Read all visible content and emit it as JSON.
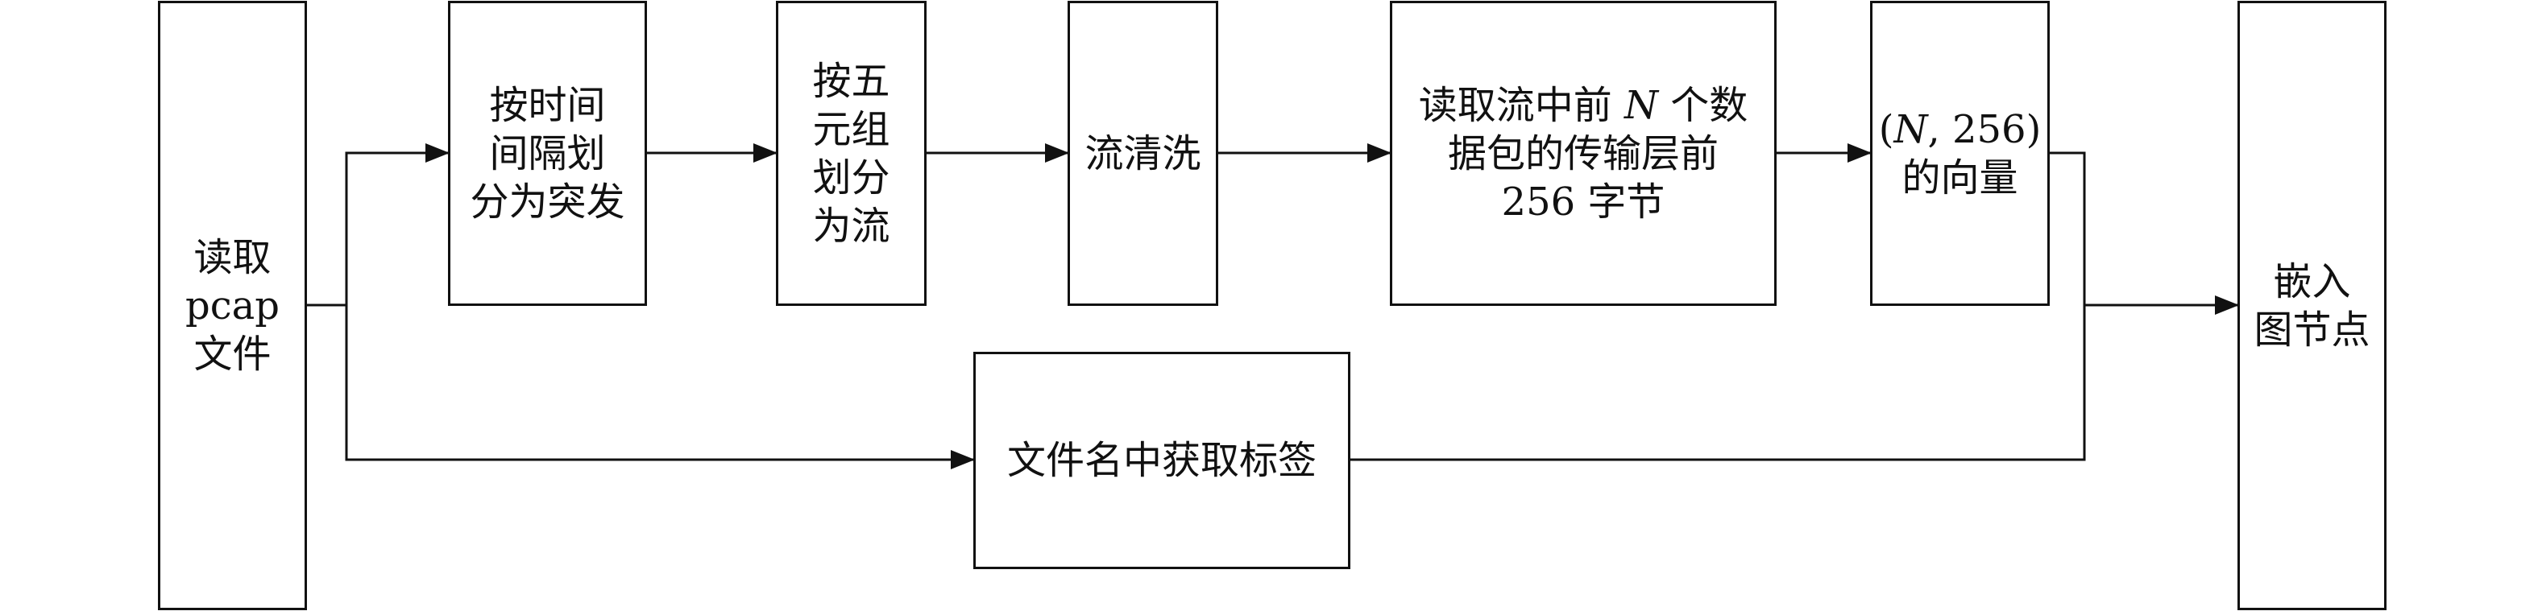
{
  "nodes": {
    "read_pcap": {
      "lines": [
        "读取",
        "pcap",
        "文件"
      ]
    },
    "split_bursts": {
      "lines": [
        "按时间",
        "间隔划",
        "分为突发"
      ]
    },
    "split_flows": {
      "lines": [
        "按五",
        "元组",
        "划分",
        "为流"
      ]
    },
    "flow_cleaning": {
      "lines": [
        "流清洗"
      ]
    },
    "read_first_n": {
      "line1_before": "读取流中前 ",
      "line1_var": "N",
      "line1_after": " 个数",
      "line2": "据包的传输层前",
      "line3": "256 字节"
    },
    "vector": {
      "line1_open": "(",
      "line1_var": "N",
      "line1_rest": ", 256)",
      "line2": "的向量"
    },
    "embed_graph_node": {
      "lines": [
        "嵌入",
        "图节点"
      ]
    },
    "get_label": {
      "lines": [
        "文件名中获取标签"
      ]
    }
  },
  "colors": {
    "stroke": "#111111",
    "background": "#ffffff",
    "text": "#111111"
  }
}
